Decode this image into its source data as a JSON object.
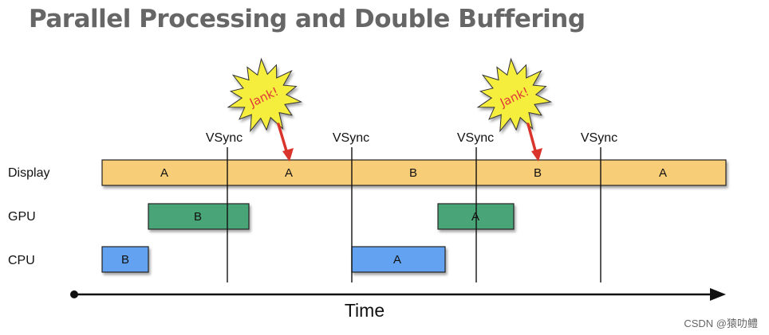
{
  "title": "Parallel Processing and Double Buffering",
  "rows": {
    "display": "Display",
    "gpu": "GPU",
    "cpu": "CPU"
  },
  "vsync_labels": [
    "VSync",
    "VSync",
    "VSync",
    "VSync"
  ],
  "display_segments": [
    "A",
    "A",
    "B",
    "B",
    "A"
  ],
  "gpu_blocks": [
    "B",
    "A"
  ],
  "cpu_blocks": [
    "B",
    "A"
  ],
  "jank_labels": [
    "Jank!",
    "Jank!"
  ],
  "time_label": "Time",
  "watermark": "CSDN @猿叻鳢",
  "colors": {
    "display_fill": "#f8cd78",
    "gpu_fill": "#4aa477",
    "cpu_fill": "#62a2f0",
    "jank_star": "#f5ee3e",
    "jank_text": "#e03a3a",
    "arrow": "#d9352c",
    "title": "#666666"
  },
  "icons": {
    "jank_burst": "starburst-icon",
    "jank_arrow": "arrow-down-icon"
  }
}
